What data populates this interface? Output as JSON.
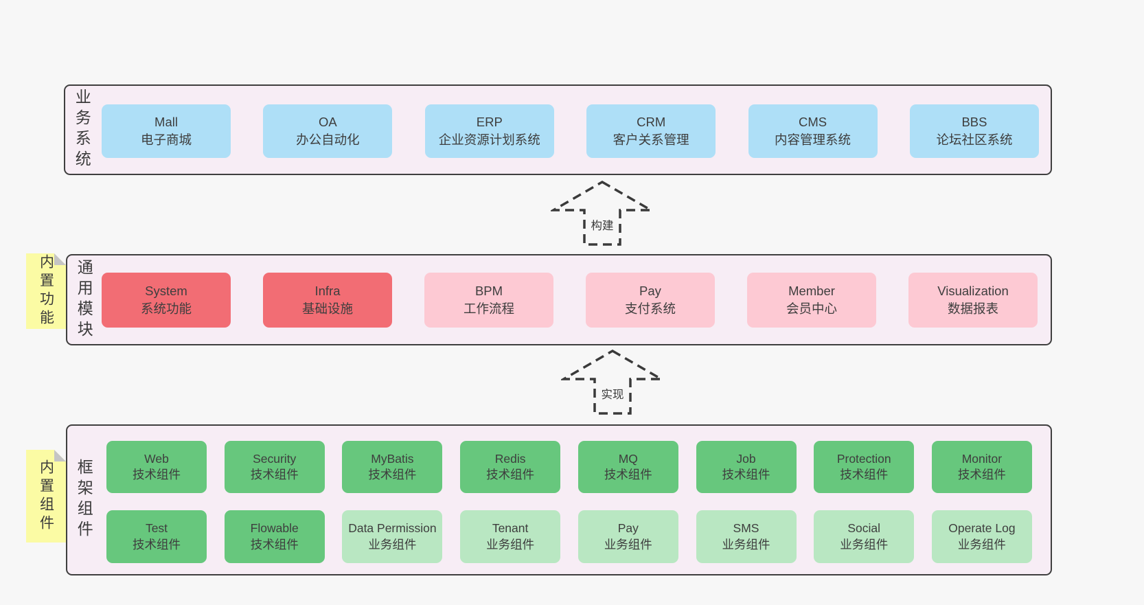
{
  "colors": {
    "page_bg": "#f7f7f7",
    "band_bg": "#f7edf5",
    "band_border": "#3f3f3f",
    "blue": "#aedff7",
    "red": "#f26d74",
    "pink": "#fdc9d3",
    "green_dark": "#67c77d",
    "green_light": "#b9e7c2",
    "sticky_yellow": "#fbfba4",
    "sticky_fold": "#c5c5c5",
    "text": "#3d3d3d"
  },
  "bands": [
    {
      "label": "业务系统",
      "boxes": [
        {
          "name": "Mall",
          "desc": "电子商城",
          "variant": "blue"
        },
        {
          "name": "OA",
          "desc": "办公自动化",
          "variant": "blue"
        },
        {
          "name": "ERP",
          "desc": "企业资源计划系统",
          "variant": "blue"
        },
        {
          "name": "CRM",
          "desc": "客户关系管理",
          "variant": "blue"
        },
        {
          "name": "CMS",
          "desc": "内容管理系统",
          "variant": "blue"
        },
        {
          "name": "BBS",
          "desc": "论坛社区系统",
          "variant": "blue"
        }
      ]
    },
    {
      "label": "通用模块",
      "sticky": "内置功能",
      "boxes": [
        {
          "name": "System",
          "desc": "系统功能",
          "variant": "red"
        },
        {
          "name": "Infra",
          "desc": "基础设施",
          "variant": "red"
        },
        {
          "name": "BPM",
          "desc": "工作流程",
          "variant": "pink"
        },
        {
          "name": "Pay",
          "desc": "支付系统",
          "variant": "pink"
        },
        {
          "name": "Member",
          "desc": "会员中心",
          "variant": "pink"
        },
        {
          "name": "Visualization",
          "desc": "数据报表",
          "variant": "pink"
        }
      ]
    },
    {
      "label": "框架组件",
      "sticky": "内置组件",
      "row1": [
        {
          "name": "Web",
          "desc": "技术组件",
          "variant": "green-dark"
        },
        {
          "name": "Security",
          "desc": "技术组件",
          "variant": "green-dark"
        },
        {
          "name": "MyBatis",
          "desc": "技术组件",
          "variant": "green-dark"
        },
        {
          "name": "Redis",
          "desc": "技术组件",
          "variant": "green-dark"
        },
        {
          "name": "MQ",
          "desc": "技术组件",
          "variant": "green-dark"
        },
        {
          "name": "Job",
          "desc": "技术组件",
          "variant": "green-dark"
        },
        {
          "name": "Protection",
          "desc": "技术组件",
          "variant": "green-dark"
        },
        {
          "name": "Monitor",
          "desc": "技术组件",
          "variant": "green-dark"
        }
      ],
      "row2": [
        {
          "name": "Test",
          "desc": "技术组件",
          "variant": "green-dark"
        },
        {
          "name": "Flowable",
          "desc": "技术组件",
          "variant": "green-dark"
        },
        {
          "name": "Data Permission",
          "desc": "业务组件",
          "variant": "green-light"
        },
        {
          "name": "Tenant",
          "desc": "业务组件",
          "variant": "green-light"
        },
        {
          "name": "Pay",
          "desc": "业务组件",
          "variant": "green-light"
        },
        {
          "name": "SMS",
          "desc": "业务组件",
          "variant": "green-light"
        },
        {
          "name": "Social",
          "desc": "业务组件",
          "variant": "green-light"
        },
        {
          "name": "Operate Log",
          "desc": "业务组件",
          "variant": "green-light"
        }
      ]
    }
  ],
  "arrows": [
    {
      "label": "构建"
    },
    {
      "label": "实现"
    }
  ]
}
